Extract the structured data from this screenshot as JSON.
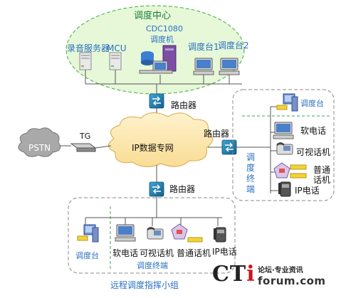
{
  "dispatch_center": {
    "title": "调度中心",
    "model": "CDC1080",
    "dispatcher": "调度机",
    "recording_server": "录音服务器",
    "mcu": "MCU",
    "console1": "调度台1",
    "console2": "调度台2"
  },
  "network": {
    "router_top": "路由器",
    "router_right": "路由器",
    "router_bottom": "路由器",
    "ip_network": "IP数据专网",
    "pstn": "PSTN",
    "tg": "TG"
  },
  "right_group": {
    "console": "调度台",
    "softphone": "软电话",
    "videophone": "可视话机",
    "normal_phone": "普通话机",
    "ip_phone": "IP电话",
    "terminal_label": "调度终端"
  },
  "remote_group": {
    "console": "调度台",
    "softphone": "软电话",
    "videophone": "可视话机",
    "normal_phone": "普通话机",
    "ip_phone": "IP电话",
    "terminal_label": "调度终端",
    "title": "远程调度指挥小组"
  },
  "watermark": {
    "brand_prefix": "CT",
    "brand_i": "i",
    "slogan": "论坛·专业资讯",
    "domain": "forum.com"
  },
  "colors": {
    "ellipse_fill": "#e6f8d8",
    "ellipse_stroke": "#5db85d",
    "cloud_fill": "#fde9b8",
    "router_fill": "#1e7fae",
    "line": "#555555",
    "label_blue": "#2a6fc1",
    "brand_red": "#c8161d"
  }
}
